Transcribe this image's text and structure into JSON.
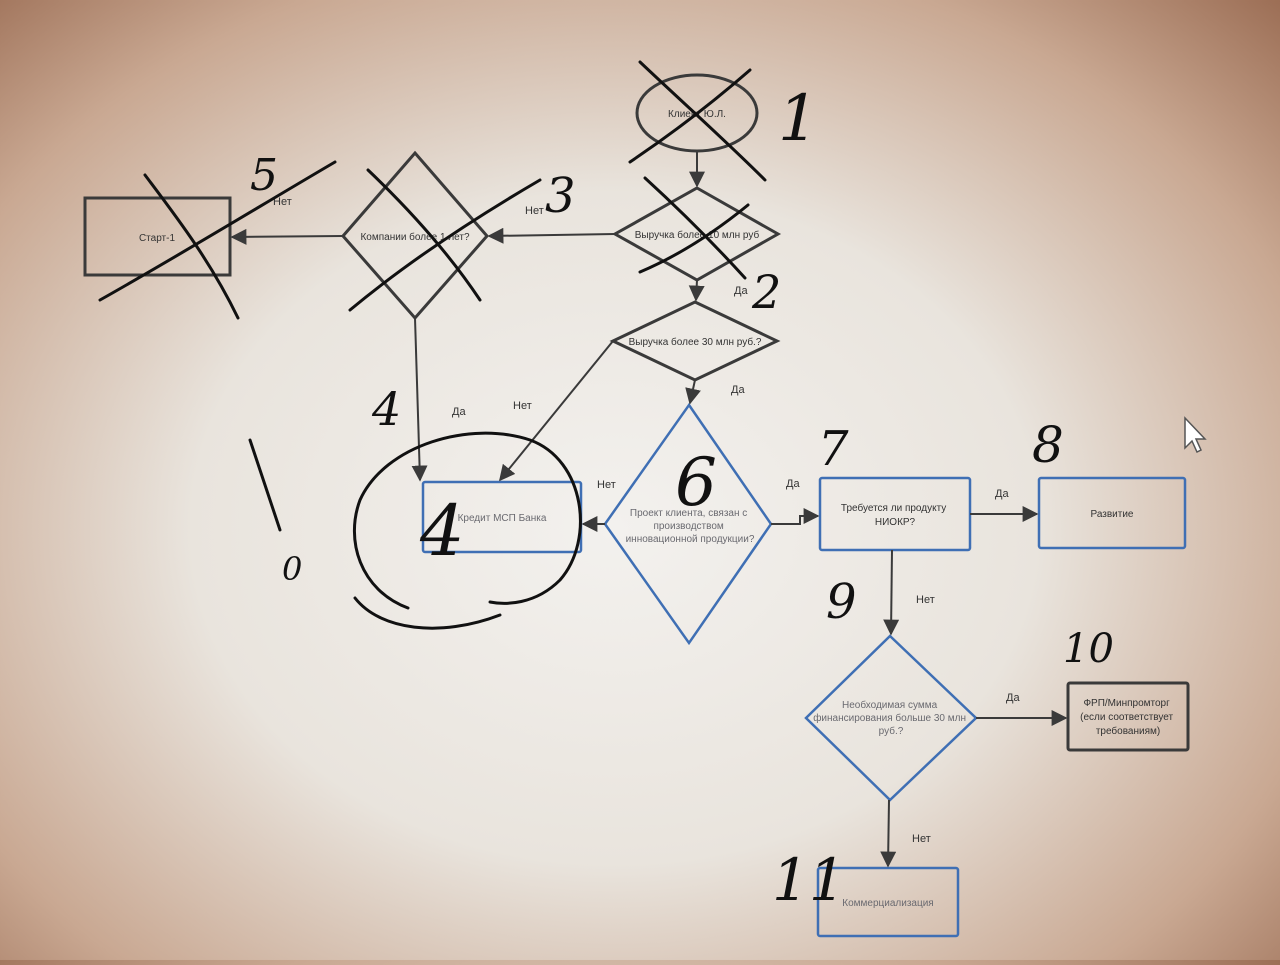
{
  "nodes": {
    "client": "Клиент Ю.Л.",
    "revenue_check_1": "Выручка более 10 млн руб",
    "revenue_check_2": "Выручка более 30 млн руб.?",
    "company_age": "Компании более 1 лет?",
    "startup": "Старт-1",
    "msp_credit": "Кредит МСП Банка",
    "innovation_check": [
      "Проект клиента, связан с",
      "производством",
      "инновационной продукции?"
    ],
    "rnd_check": [
      "Требуется ли продукту",
      "НИОКР?"
    ],
    "development": "Развитие",
    "funding_check": [
      "Необходимая сумма",
      "финансирования больше 30 млн",
      "руб.?"
    ],
    "frp": [
      "ФРП/Минпромторг",
      "(если соответствует",
      "требованиям)"
    ],
    "commercialization": "Коммерциализация"
  },
  "edge_labels": {
    "yes": "Да",
    "no": "Нет"
  },
  "handwritten": {
    "n1": "1",
    "n2": "2",
    "n3": "3",
    "n4": "4",
    "n5": "5",
    "n6": "6",
    "n7": "7",
    "n8": "8",
    "n9": "9",
    "n10": "10",
    "n11": "11",
    "n_big4": "4",
    "n0": "0"
  },
  "colors": {
    "black_line": "#3a3a3a",
    "blue_line": "#3f6fb4",
    "ink": "#111111"
  }
}
